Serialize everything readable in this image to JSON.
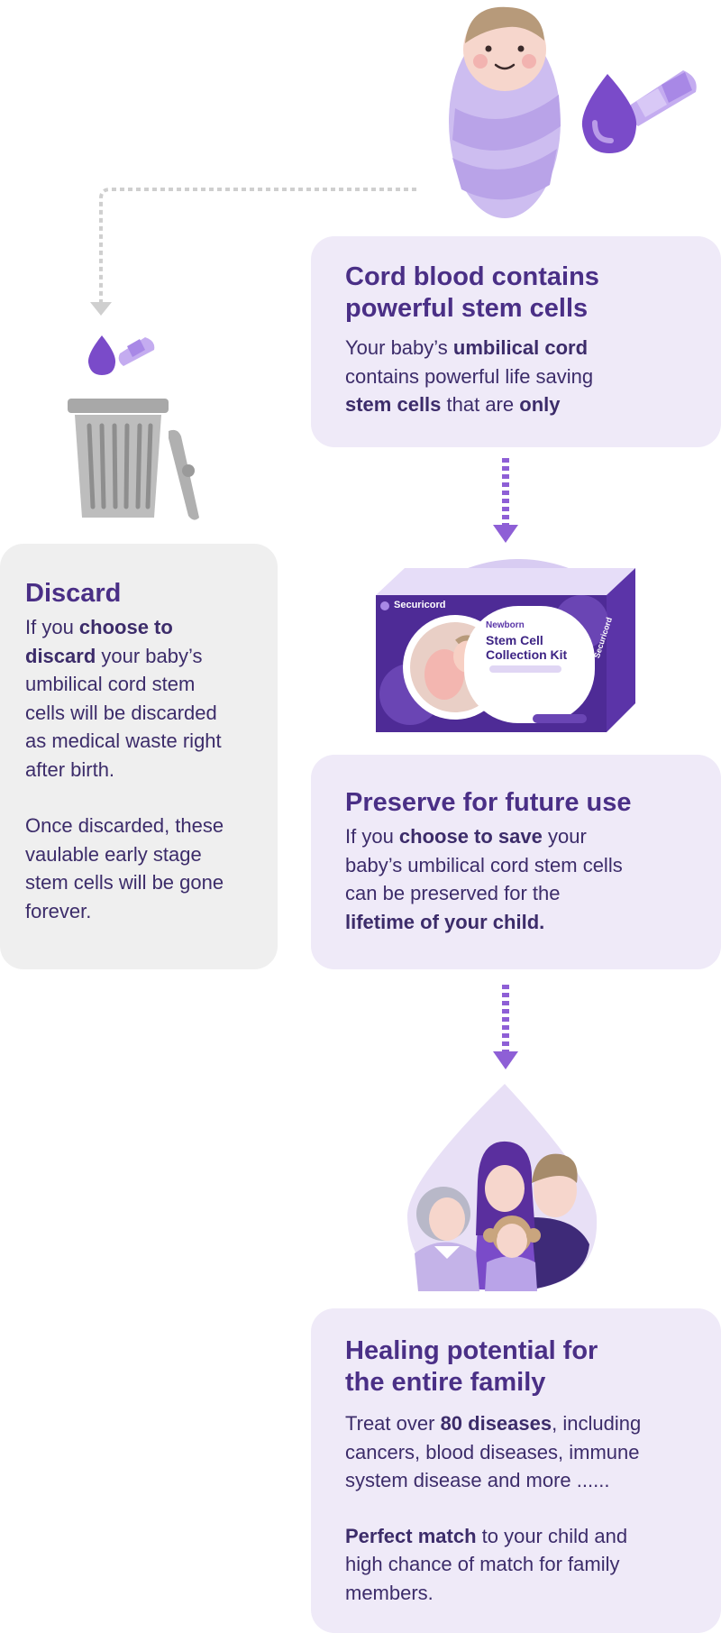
{
  "cord_blood": {
    "title_line1": "Cord blood contains",
    "title_line2": "powerful stem cells",
    "t1": "Your baby’s ",
    "b1": "umbilical cord",
    "t2": "contains powerful life saving",
    "b2": "stem cells",
    "t3": " that are ",
    "b3": "only"
  },
  "discard": {
    "title": "Discard",
    "p1_t1": "If you ",
    "p1_b1": "choose to",
    "p1_b2": "discard",
    "p1_t2": " your baby’s",
    "p1_l3": "umbilical cord stem",
    "p1_l4": "cells will be discarded",
    "p1_l5": "as medical waste right",
    "p1_l6": "after birth.",
    "p2_l1": "Once discarded, these",
    "p2_l2": "vaulable early stage",
    "p2_l3": "stem cells will be gone",
    "p2_l4": "forever."
  },
  "kit": {
    "brand": "Securicord",
    "small_label": "Newborn",
    "title_line1": "Stem Cell",
    "title_line2": "Collection Kit",
    "side_brand": "Securicord"
  },
  "preserve": {
    "title": "Preserve for future use",
    "t1": "If you ",
    "b1": "choose to save",
    "t2": " your",
    "l2": "baby’s umbilical cord stem cells",
    "l3": "can be preserved for the",
    "b2": "lifetime of your child."
  },
  "healing": {
    "title_line1": "Healing potential for",
    "title_line2": "the entire family",
    "t1": "Treat over ",
    "b1": "80 diseases",
    "t2": ", including",
    "l2": "cancers, blood diseases, immune",
    "l3": "system disease and more ......",
    "b2": "Perfect match",
    "t3": " to your child and",
    "l5": "high chance of match for family",
    "l6": "members."
  },
  "colors": {
    "purple_card": "#efeaf8",
    "grey_card": "#efefef",
    "title_purple": "#4a2f86",
    "accent": "#8e5fd6"
  }
}
